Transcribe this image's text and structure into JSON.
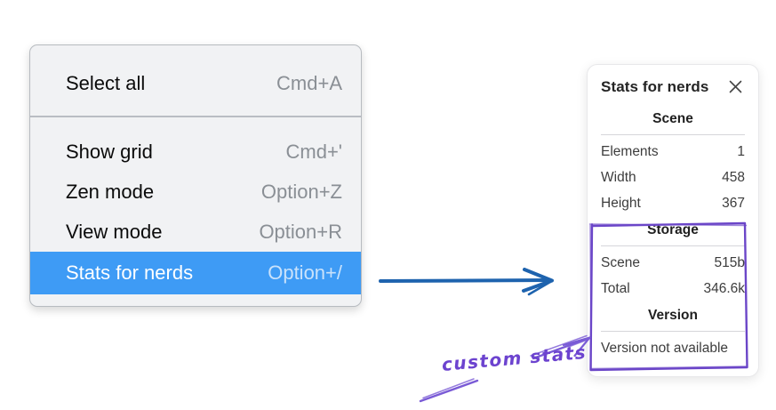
{
  "context_menu": {
    "groups": [
      {
        "items": [
          {
            "label": "Select all",
            "shortcut": "Cmd+A"
          }
        ]
      },
      {
        "items": [
          {
            "label": "Show grid",
            "shortcut": "Cmd+'"
          },
          {
            "label": "Zen mode",
            "shortcut": "Option+Z"
          },
          {
            "label": "View mode",
            "shortcut": "Option+R"
          },
          {
            "label": "Stats for nerds",
            "shortcut": "Option+/",
            "selected": true
          }
        ]
      }
    ]
  },
  "stats_panel": {
    "title": "Stats for nerds",
    "close_icon": "x-close",
    "sections": [
      {
        "heading": "Scene",
        "rows": [
          {
            "label": "Elements",
            "value": "1"
          },
          {
            "label": "Width",
            "value": "458"
          },
          {
            "label": "Height",
            "value": "367"
          }
        ]
      },
      {
        "heading": "Storage",
        "rows": [
          {
            "label": "Scene",
            "value": "515b"
          },
          {
            "label": "Total",
            "value": "346.6k"
          }
        ]
      },
      {
        "heading": "Version",
        "note": "Version not available"
      }
    ]
  },
  "annotation": {
    "label": "custom stats"
  },
  "colors": {
    "menu_highlight": "#3e9bf5",
    "menu_background": "#f1f2f4",
    "blue_arrow": "#1e63ae",
    "purple_box": "#6b46c8",
    "purple_annotation": "#6c43cf"
  }
}
